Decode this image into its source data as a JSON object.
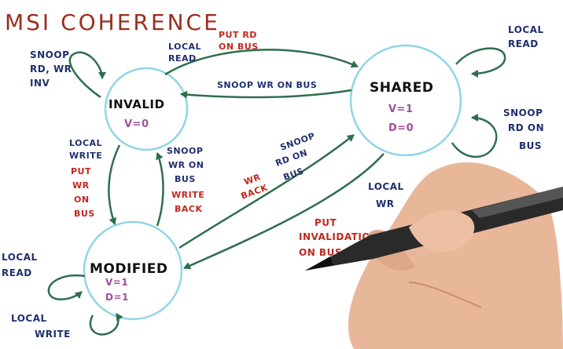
{
  "title": "MSI COHERENCE",
  "states": {
    "invalid": {
      "name": "INVALID",
      "line1": "V=0"
    },
    "shared": {
      "name": "SHARED",
      "line1": "V=1",
      "line2": "D=0"
    },
    "modified": {
      "name": "MODIFIED",
      "line1": "V=1",
      "line2": "D=1"
    }
  },
  "labels": {
    "invalid_self_1": "SNOOP",
    "invalid_self_2": "RD, WR",
    "invalid_self_3": "INV",
    "i2s_local_1": "LOCAL",
    "i2s_local_2": "READ",
    "i2s_put_1": "PUT RD",
    "i2s_put_2": "ON BUS",
    "s2i": "SNOOP WR ON BUS",
    "shared_self_read_1": "LOCAL",
    "shared_self_read_2": "READ",
    "shared_self_snoop_1": "SNOOP",
    "shared_self_snoop_2": "RD ON",
    "shared_self_snoop_3": "BUS",
    "i2m_1": "LOCAL",
    "i2m_2": "WRITE",
    "i2m_put_1": "PUT",
    "i2m_put_2": "WR",
    "i2m_put_3": "ON",
    "i2m_put_4": "BUS",
    "m2i_1": "SNOOP",
    "m2i_2": "WR ON",
    "m2i_3": "BUS",
    "m2i_wb_1": "WRITE",
    "m2i_wb_2": "BACK",
    "m2s_1": "SNOOP",
    "m2s_2": "RD ON",
    "m2s_3": "BUS",
    "m2s_wb_1": "WR",
    "m2s_wb_2": "BACK",
    "s2m_1": "LOCAL",
    "s2m_2": "WR",
    "s2m_put_1": "PUT",
    "s2m_put_2": "INVALIDATION",
    "s2m_put_3": "ON BUS",
    "mod_self_read_1": "LOCAL",
    "mod_self_read_2": "READ",
    "mod_self_write_1": "LOCAL",
    "mod_self_write_2": "WRITE"
  },
  "colors": {
    "state_circle": "#8fd6e6",
    "arrow": "#2f6e4d",
    "event_text": "#1f2f6e",
    "action_text": "#c0281f",
    "state_text": "#111111",
    "state_value": "#a0509a",
    "title": "#9b2d1f"
  }
}
